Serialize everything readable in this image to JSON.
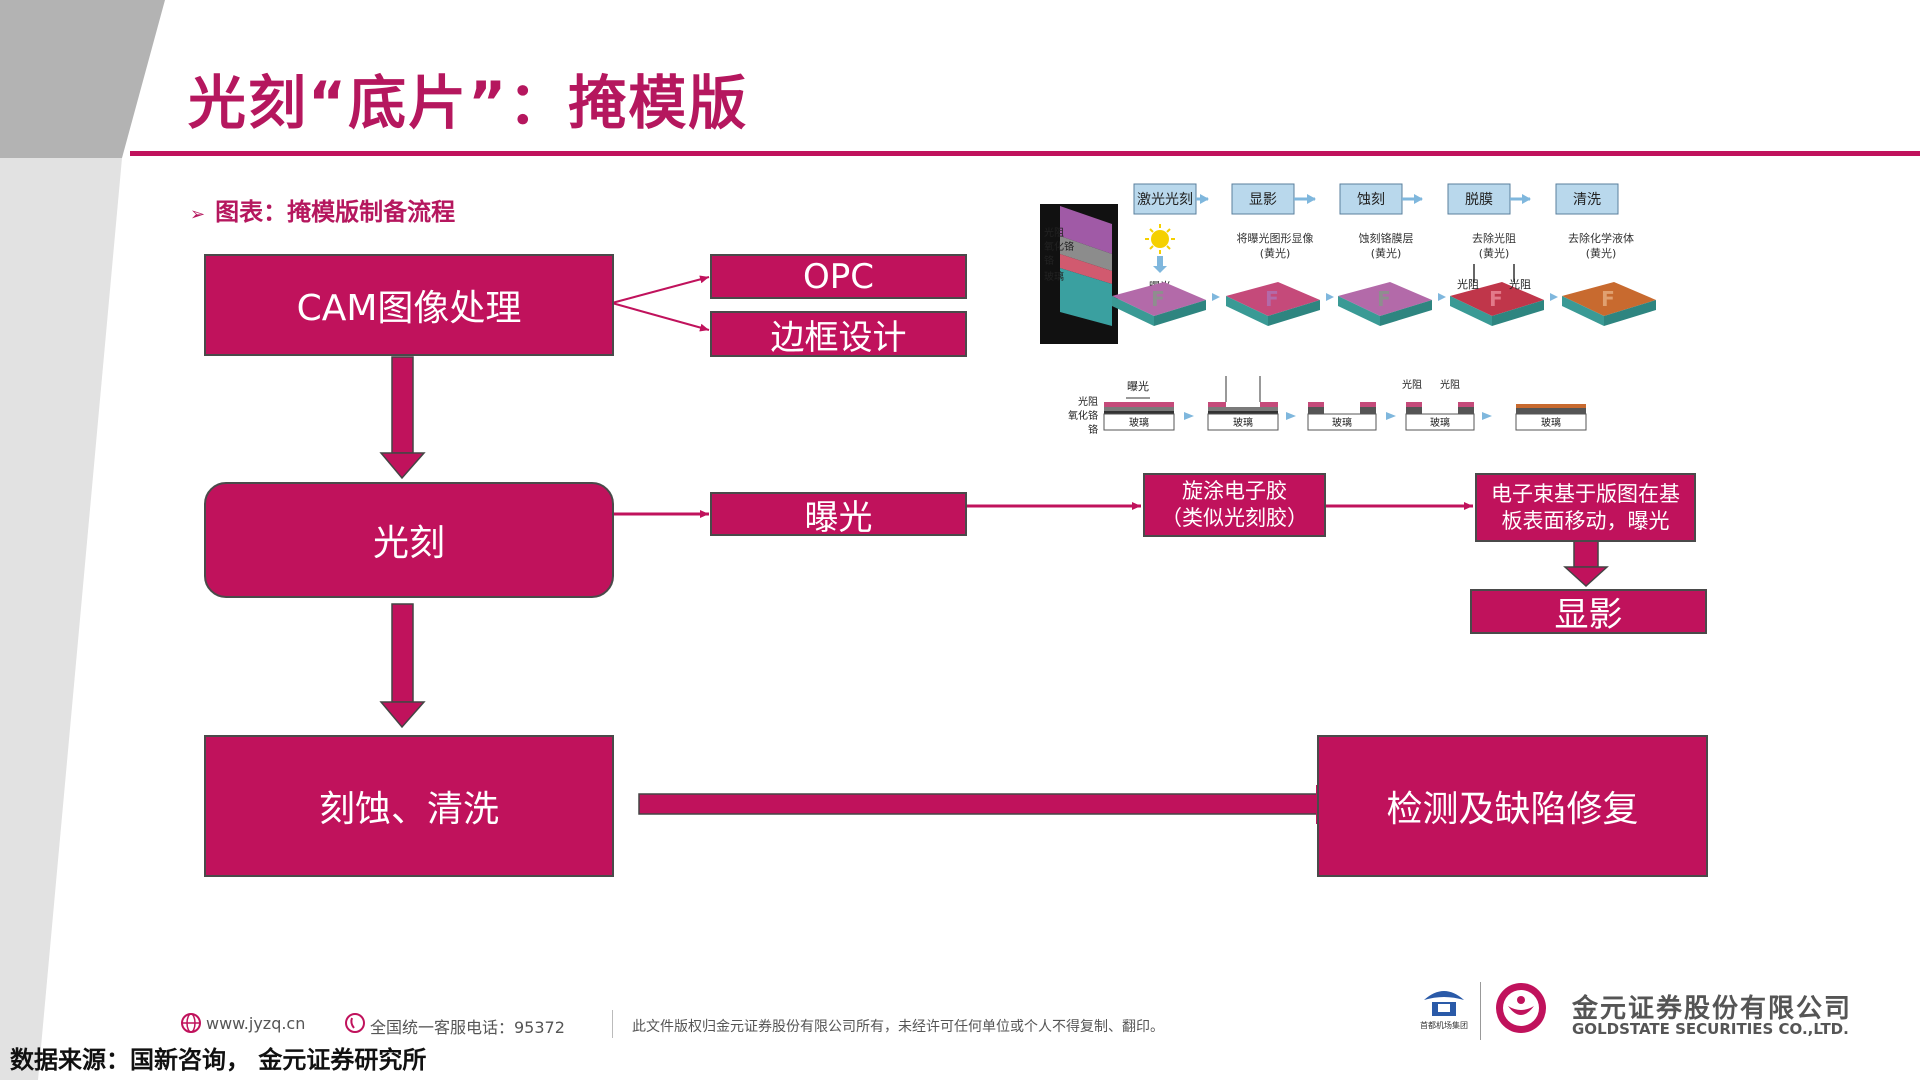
{
  "title": "光刻“底片”：掩模版",
  "caption": "图表：掩模版制备流程",
  "flow": {
    "cam": "CAM图像处理",
    "opc": "OPC",
    "border": "边框设计",
    "litho": "光刻",
    "exposure": "曝光",
    "spin_line1": "旋涂电子胶",
    "spin_line2": "（类似光刻胶）",
    "ebeam_line1": "电子束基于版图在基",
    "ebeam_line2": "板表面移动，曝光",
    "develop": "显影",
    "etch": "刻蚀、清洗",
    "inspect": "检测及缺陷修复"
  },
  "process_figure": {
    "steps": [
      "激光光刻",
      "显影",
      "蚀刻",
      "脱膜",
      "清洗"
    ],
    "notes": [
      {
        "main": "将曝光图形显像",
        "sub": "(黄光)"
      },
      {
        "main": "蚀刻铬膜层",
        "sub": "(黄光)"
      },
      {
        "main": "去除光阻",
        "sub": "(黄光)"
      },
      {
        "main": "去除化学液体",
        "sub": "(黄光)"
      }
    ],
    "layer_labels_top": [
      "光阻",
      "氧化铬",
      "铬",
      "玻璃"
    ],
    "layer_labels_bottom": [
      "光阻",
      "氧化铬",
      "铬"
    ],
    "exposure_label": "曝光",
    "glass_label": "玻璃",
    "photoresist_label": "光阻",
    "letter": "F"
  },
  "footer": {
    "website": "www.jyzq.cn",
    "hotline": "全国统一客服电话：95372",
    "copyright": "此文件版权归金元证券股份有限公司所有，未经许可任何单位或个人不得复制、翻印。",
    "company_cn": "金元证券股份有限公司",
    "company_en": "GOLDSTATE SECURITIES  CO.,LTD.",
    "airport_group": "首都机场集团"
  },
  "source": "数据来源：国新咨询， 金元证券研究所",
  "colors": {
    "accent": "#c0125c",
    "title": "#b5175e",
    "arrow": "#c0125c",
    "step_box": "#b9d8ec"
  }
}
